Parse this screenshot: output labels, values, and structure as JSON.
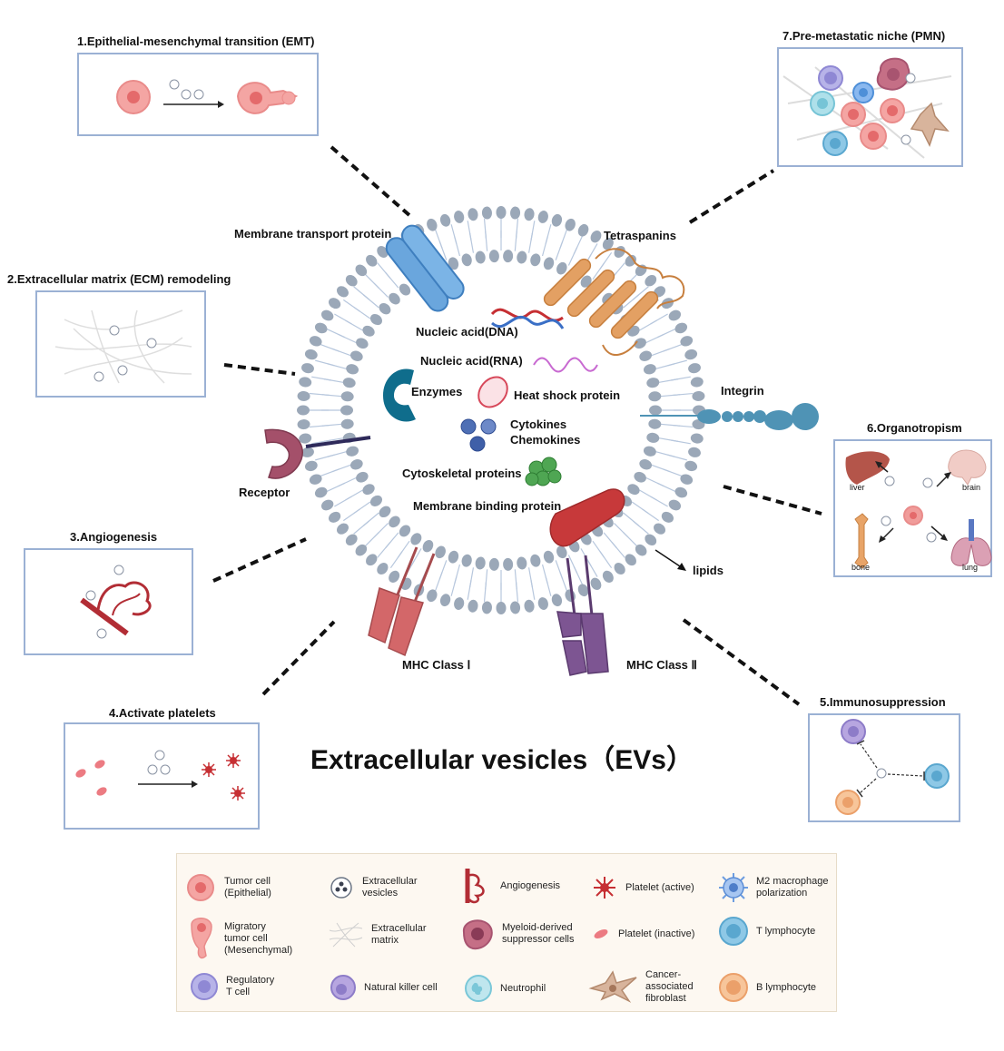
{
  "title": "Extracellular vesicles（EVs）",
  "panels": {
    "emt": "1.Epithelial-mesenchymal transition (EMT)",
    "ecm": "2.Extracellular matrix (ECM) remodeling",
    "angio": "3.Angiogenesis",
    "platelets": "4.Activate platelets",
    "immuno": "5.Immunosuppression",
    "organo": "6.Organotropism",
    "pmn": "7.Pre-metastatic niche (PMN)"
  },
  "organs": {
    "liver": "liver",
    "brain": "brain",
    "bone": "bone",
    "lung": "lung"
  },
  "ev_labels": {
    "membrane_transport": "Membrane transport protein",
    "tetraspanins": "Tetraspanins",
    "dna": "Nucleic acid(DNA)",
    "rna": "Nucleic acid(RNA)",
    "enzymes": "Enzymes",
    "hsp": "Heat shock protein",
    "cytokines": "Cytokines",
    "chemokines": "Chemokines",
    "integrin": "Integrin",
    "receptor": "Receptor",
    "cytoskeletal": "Cytoskeletal proteins",
    "membrane_binding": "Membrane binding protein",
    "lipids": "lipids",
    "mhc1": "MHC Class Ⅰ",
    "mhc2": "MHC Class Ⅱ"
  },
  "legend": [
    {
      "label": "Tumor cell\n(Epithelial)",
      "icon": "tumor-cell-icon"
    },
    {
      "label": "Extracellular\nvesicles",
      "icon": "ev-icon"
    },
    {
      "label": "Angiogenesis",
      "icon": "angiogenesis-icon"
    },
    {
      "label": "Platelet (active)",
      "icon": "platelet-active-icon"
    },
    {
      "label": "M2 macrophage\npolarization",
      "icon": "m2-macrophage-icon"
    },
    {
      "label": "Migratory\ntumor cell\n(Mesenchymal)",
      "icon": "migratory-cell-icon"
    },
    {
      "label": "Extracellular\nmatrix",
      "icon": "ecm-icon"
    },
    {
      "label": "Myeloid-derived\nsuppressor cells",
      "icon": "mdsc-icon"
    },
    {
      "label": "Platelet (inactive)",
      "icon": "platelet-inactive-icon"
    },
    {
      "label": "T lymphocyte",
      "icon": "t-lymphocyte-icon"
    },
    {
      "label": "Regulatory\nT cell",
      "icon": "treg-icon"
    },
    {
      "label": "Natural killer cell",
      "icon": "nk-cell-icon"
    },
    {
      "label": "Neutrophil",
      "icon": "neutrophil-icon"
    },
    {
      "label": "Cancer-\nassociated\nfibroblast",
      "icon": "caf-icon"
    },
    {
      "label": "B lymphocyte",
      "icon": "b-lymphocyte-icon"
    }
  ],
  "colors": {
    "panel_border": "#9bb1d4",
    "tumor": "#ef8f8f",
    "membrane_head": "#9ba8b8",
    "tail": "#b7c7dd",
    "transport": "#6aa6dd",
    "tetraspanin": "#e3a063",
    "integrin": "#4f93b5",
    "receptor": "#a4506a",
    "mhc1": "#d36769",
    "mhc2": "#7d5592",
    "enzyme": "#0f6d8c",
    "binding": "#c7393a",
    "legend_bg": "#fdf8f1"
  }
}
